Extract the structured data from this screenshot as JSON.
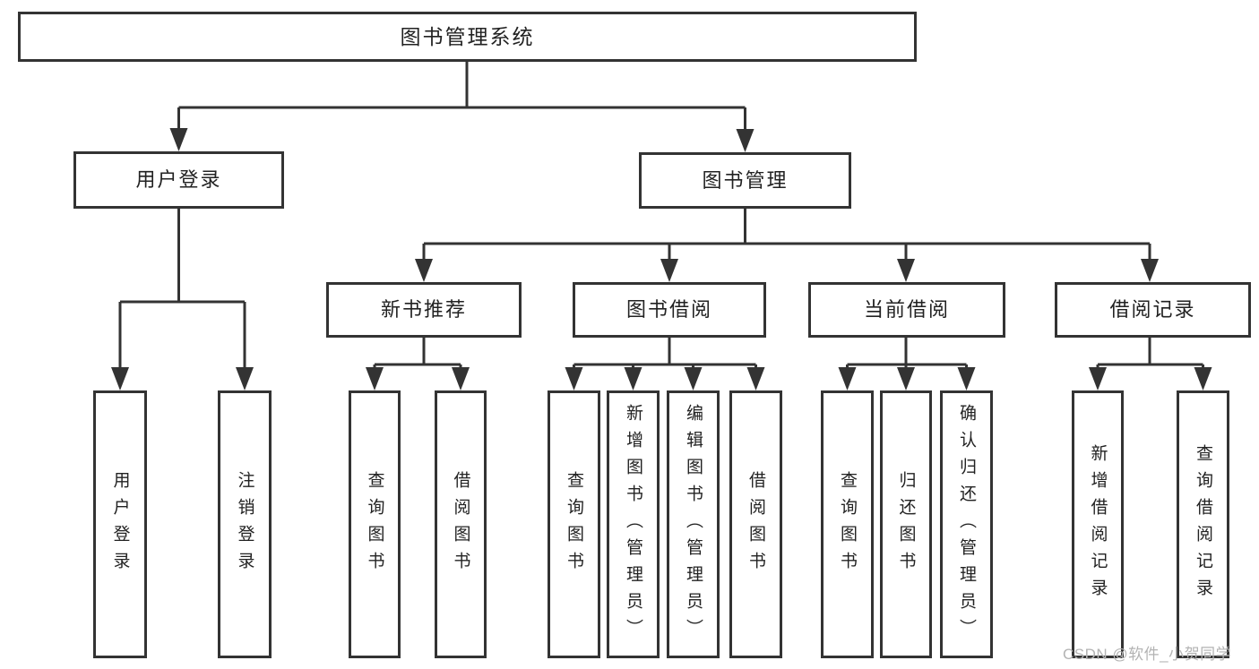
{
  "diagram": {
    "root": "图书管理系统",
    "level2": {
      "login": "用户登录",
      "management": "图书管理"
    },
    "level3": {
      "recommend": "新书推荐",
      "borrowing": "图书借阅",
      "current": "当前借阅",
      "records": "借阅记录"
    },
    "leaves": {
      "user_login": "用户登录",
      "logout": "注销登录",
      "rec_query_books": "查询图书",
      "rec_borrow_books": "借阅图书",
      "bor_query_books": "查询图书",
      "bor_add_books_admin": "新增图书（管理员）",
      "bor_edit_books_admin": "编辑图书（管理员）",
      "bor_borrow_books": "借阅图书",
      "cur_query_books": "查询图书",
      "cur_return_books": "归还图书",
      "cur_confirm_return_admin": "确认归还（管理员）",
      "log_add_record": "新增借阅记录",
      "log_query_record": "查询借阅记录"
    }
  },
  "watermark": "CSDN @软件_小贺同学",
  "colors": {
    "line": "#333333",
    "box_border": "#333333",
    "box_background": "#ffffff",
    "text": "#222222",
    "watermark": "#b3b3b3"
  }
}
